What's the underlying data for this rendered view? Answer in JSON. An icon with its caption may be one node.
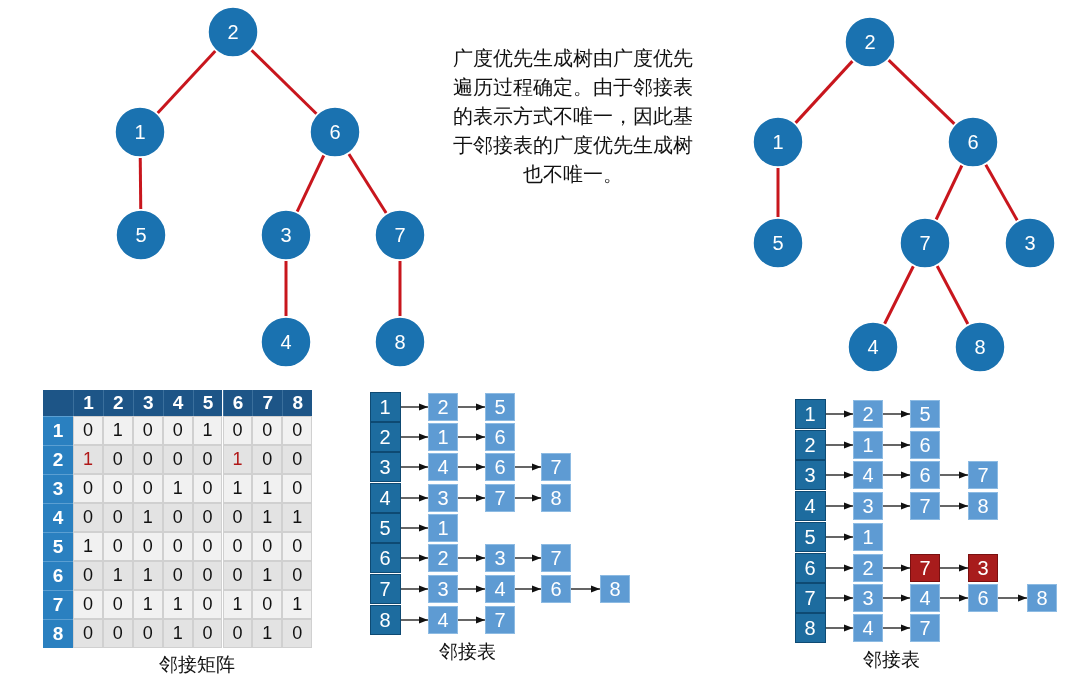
{
  "diagram": {
    "nodes": [
      {
        "text": [
          "2"
        ]
      },
      {
        "text": [
          "1"
        ]
      },
      {
        "text": [
          "6"
        ]
      },
      {
        "text": [
          "5"
        ]
      },
      {
        "text": [
          "3"
        ]
      },
      {
        "text": [
          "7"
        ]
      },
      {
        "text": [
          "4"
        ]
      },
      {
        "text": [
          "8"
        ]
      },
      {
        "text": [
          "2"
        ]
      },
      {
        "text": [
          "1"
        ]
      },
      {
        "text": [
          "6"
        ]
      },
      {
        "text": [
          "5"
        ]
      },
      {
        "text": [
          "7"
        ]
      },
      {
        "text": [
          "3"
        ]
      },
      {
        "text": [
          "4"
        ]
      },
      {
        "text": [
          "8"
        ]
      },
      {
        "text": [
          "1"
        ]
      },
      {
        "text": [
          "2"
        ]
      },
      {
        "text": [
          "5"
        ]
      },
      {
        "text": [
          "2"
        ]
      },
      {
        "text": [
          "1"
        ]
      },
      {
        "text": [
          "6"
        ]
      },
      {
        "text": [
          "3"
        ]
      },
      {
        "text": [
          "4"
        ]
      },
      {
        "text": [
          "6"
        ]
      },
      {
        "text": [
          "7"
        ]
      },
      {
        "text": [
          "4"
        ]
      },
      {
        "text": [
          "3"
        ]
      },
      {
        "text": [
          "7"
        ]
      },
      {
        "text": [
          "8"
        ]
      },
      {
        "text": [
          "5"
        ]
      },
      {
        "text": [
          "1"
        ]
      },
      {
        "text": [
          "6"
        ]
      },
      {
        "text": [
          "2"
        ]
      },
      {
        "text": [
          "3"
        ]
      },
      {
        "text": [
          "7"
        ]
      },
      {
        "text": [
          "7"
        ]
      },
      {
        "text": [
          "3"
        ]
      },
      {
        "text": [
          "4"
        ]
      },
      {
        "text": [
          "6"
        ]
      },
      {
        "text": [
          "8"
        ]
      },
      {
        "text": [
          "8"
        ]
      },
      {
        "text": [
          "4"
        ]
      },
      {
        "text": [
          "7"
        ]
      },
      {
        "text": [
          "1"
        ]
      },
      {
        "text": [
          "2"
        ]
      },
      {
        "text": [
          "5"
        ]
      },
      {
        "text": [
          "2"
        ]
      },
      {
        "text": [
          "1"
        ]
      },
      {
        "text": [
          "6"
        ]
      },
      {
        "text": [
          "3"
        ]
      },
      {
        "text": [
          "4"
        ]
      },
      {
        "text": [
          "6"
        ]
      },
      {
        "text": [
          "7"
        ]
      },
      {
        "text": [
          "4"
        ]
      },
      {
        "text": [
          "3"
        ]
      },
      {
        "text": [
          "7"
        ]
      },
      {
        "text": [
          "8"
        ]
      },
      {
        "text": [
          "5"
        ]
      },
      {
        "text": [
          "1"
        ]
      },
      {
        "text": [
          "6"
        ]
      },
      {
        "text": [
          "2"
        ]
      },
      {
        "text": [
          "7"
        ]
      },
      {
        "text": [
          "3"
        ]
      },
      {
        "text": [
          "7"
        ]
      },
      {
        "text": [
          "3"
        ]
      },
      {
        "text": [
          "4"
        ]
      },
      {
        "text": [
          "6"
        ]
      },
      {
        "text": [
          "8"
        ]
      },
      {
        "text": [
          "8"
        ]
      },
      {
        "text": [
          "4"
        ]
      },
      {
        "text": [
          "7"
        ]
      }
    ],
    "edges": [
      {
        "from": 0,
        "to": 1,
        "arrow": "none",
        "style": "thick",
        "color": "#c8161d"
      },
      {
        "from": 0,
        "to": 2,
        "arrow": "none",
        "style": "thick",
        "color": "#c8161d"
      },
      {
        "from": 1,
        "to": 3,
        "arrow": "none",
        "style": "thick",
        "color": "#c8161d"
      },
      {
        "from": 2,
        "to": 4,
        "arrow": "none",
        "style": "thick",
        "color": "#c8161d"
      },
      {
        "from": 2,
        "to": 5,
        "arrow": "none",
        "style": "thick",
        "color": "#c8161d"
      },
      {
        "from": 4,
        "to": 6,
        "arrow": "none",
        "style": "thick",
        "color": "#c8161d"
      },
      {
        "from": 5,
        "to": 7,
        "arrow": "none",
        "style": "thick",
        "color": "#c8161d"
      },
      {
        "from": 8,
        "to": 9,
        "arrow": "none",
        "style": "thick",
        "color": "#c8161d"
      },
      {
        "from": 8,
        "to": 10,
        "arrow": "none",
        "style": "thick",
        "color": "#c8161d"
      },
      {
        "from": 9,
        "to": 11,
        "arrow": "none",
        "style": "thick",
        "color": "#c8161d"
      },
      {
        "from": 10,
        "to": 12,
        "arrow": "none",
        "style": "thick",
        "color": "#c8161d"
      },
      {
        "from": 10,
        "to": 13,
        "arrow": "none",
        "style": "thick",
        "color": "#c8161d"
      },
      {
        "from": 12,
        "to": 14,
        "arrow": "none",
        "style": "thick",
        "color": "#c8161d"
      },
      {
        "from": 12,
        "to": 15,
        "arrow": "none",
        "style": "thick",
        "color": "#c8161d"
      },
      {
        "from": 16,
        "to": 17,
        "arrow": "to"
      },
      {
        "from": 17,
        "to": 18,
        "arrow": "to"
      },
      {
        "from": 19,
        "to": 20,
        "arrow": "to"
      },
      {
        "from": 20,
        "to": 21,
        "arrow": "to"
      },
      {
        "from": 22,
        "to": 23,
        "arrow": "to"
      },
      {
        "from": 23,
        "to": 24,
        "arrow": "to"
      },
      {
        "from": 24,
        "to": 25,
        "arrow": "to"
      },
      {
        "from": 26,
        "to": 27,
        "arrow": "to"
      },
      {
        "from": 27,
        "to": 28,
        "arrow": "to"
      },
      {
        "from": 28,
        "to": 29,
        "arrow": "to"
      },
      {
        "from": 30,
        "to": 31,
        "arrow": "to"
      },
      {
        "from": 32,
        "to": 33,
        "arrow": "to"
      },
      {
        "from": 33,
        "to": 34,
        "arrow": "to"
      },
      {
        "from": 34,
        "to": 35,
        "arrow": "to"
      },
      {
        "from": 36,
        "to": 37,
        "arrow": "to"
      },
      {
        "from": 37,
        "to": 38,
        "arrow": "to"
      },
      {
        "from": 38,
        "to": 39,
        "arrow": "to"
      },
      {
        "from": 39,
        "to": 40,
        "arrow": "to"
      },
      {
        "from": 41,
        "to": 42,
        "arrow": "to"
      },
      {
        "from": 42,
        "to": 43,
        "arrow": "to"
      },
      {
        "from": 44,
        "to": 45,
        "arrow": "to"
      },
      {
        "from": 45,
        "to": 46,
        "arrow": "to"
      },
      {
        "from": 47,
        "to": 48,
        "arrow": "to"
      },
      {
        "from": 48,
        "to": 49,
        "arrow": "to"
      },
      {
        "from": 50,
        "to": 51,
        "arrow": "to"
      },
      {
        "from": 51,
        "to": 52,
        "arrow": "to"
      },
      {
        "from": 52,
        "to": 53,
        "arrow": "to"
      },
      {
        "from": 54,
        "to": 55,
        "arrow": "to"
      },
      {
        "from": 55,
        "to": 56,
        "arrow": "to"
      },
      {
        "from": 56,
        "to": 57,
        "arrow": "to"
      },
      {
        "from": 58,
        "to": 59,
        "arrow": "to"
      },
      {
        "from": 60,
        "to": 61,
        "arrow": "to"
      },
      {
        "from": 61,
        "to": 62,
        "arrow": "to"
      },
      {
        "from": 62,
        "to": 63,
        "arrow": "to"
      },
      {
        "from": 64,
        "to": 65,
        "arrow": "to"
      },
      {
        "from": 65,
        "to": 66,
        "arrow": "to"
      },
      {
        "from": 66,
        "to": 67,
        "arrow": "to"
      },
      {
        "from": 67,
        "to": 68,
        "arrow": "to"
      },
      {
        "from": 69,
        "to": 70,
        "arrow": "to"
      },
      {
        "from": 70,
        "to": 71,
        "arrow": "to"
      }
    ],
    "labels": [
      "广度优先生成树由广度优先遍历过程确定。由于邻接表的表示方式不唯一，因此基于邻接表的广度优先生成树也不唯一。",
      "1",
      "2",
      "3",
      "4",
      "5",
      "6",
      "7",
      "8",
      "1",
      "0",
      "1",
      "0",
      "0",
      "1",
      "0",
      "0",
      "0",
      "2",
      "1",
      "0",
      "0",
      "0",
      "0",
      "1",
      "0",
      "0",
      "3",
      "0",
      "0",
      "0",
      "1",
      "0",
      "1",
      "1",
      "0",
      "4",
      "0",
      "0",
      "1",
      "0",
      "0",
      "0",
      "1",
      "1",
      "5",
      "1",
      "0",
      "0",
      "0",
      "0",
      "0",
      "0",
      "0",
      "6",
      "0",
      "1",
      "1",
      "0",
      "0",
      "0",
      "1",
      "0",
      "7",
      "0",
      "0",
      "1",
      "1",
      "0",
      "1",
      "0",
      "1",
      "8",
      "0",
      "0",
      "0",
      "1",
      "0",
      "0",
      "1",
      "0",
      "邻接矩阵",
      "邻接表",
      "邻接表"
    ]
  }
}
